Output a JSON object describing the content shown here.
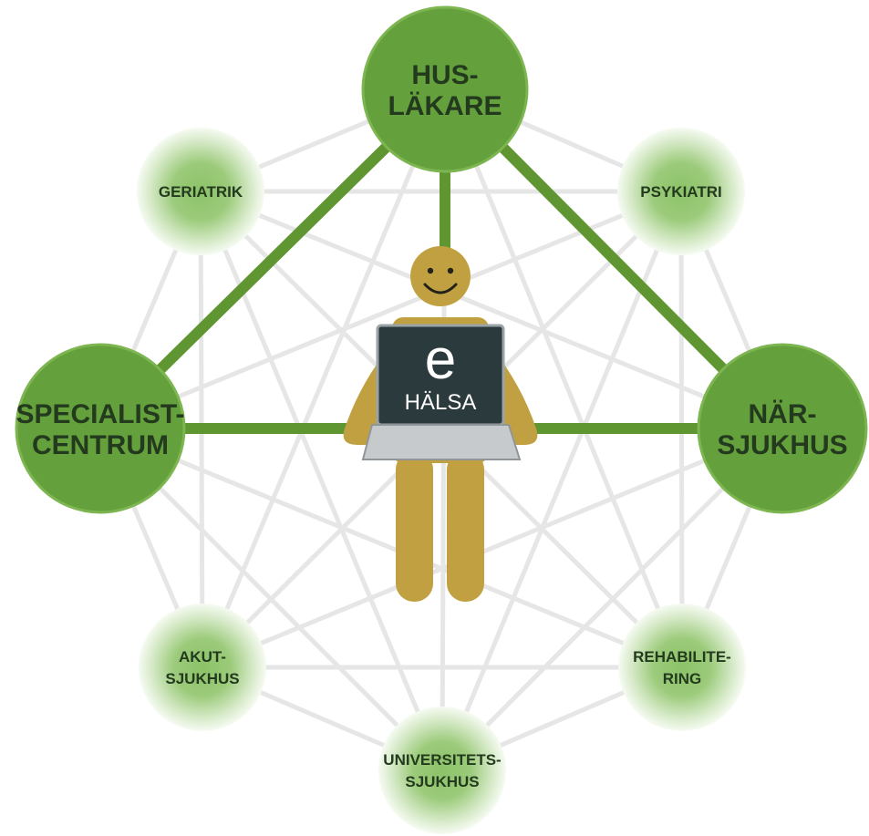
{
  "colors": {
    "major_fill": "#64a03c",
    "major_stroke": "#7db551",
    "minor_core": "#8cc268",
    "minor_edge": "#f6fbf2",
    "triangle_line": "#5f9632",
    "mesh_line": "#e6e6e6",
    "person": "#c0a041",
    "laptop_screen": "#2b3a3c",
    "laptop_base": "#c6cacd",
    "label_text": "#233a1e"
  },
  "nodes": [
    {
      "id": "huslakare",
      "type": "major",
      "lines": [
        "HUS-",
        "LÄKARE"
      ]
    },
    {
      "id": "specialistcentrum",
      "type": "major",
      "lines": [
        "SPECIALIST-",
        "CENTRUM"
      ]
    },
    {
      "id": "narsjukhus",
      "type": "major",
      "lines": [
        "NÄR-",
        "SJUKHUS"
      ]
    },
    {
      "id": "geriatrik",
      "type": "minor",
      "lines": [
        "GERIATRIK"
      ]
    },
    {
      "id": "psykiatri",
      "type": "minor",
      "lines": [
        "PSYKIATRI"
      ]
    },
    {
      "id": "akutsjukhus",
      "type": "minor",
      "lines": [
        "AKUT-",
        "SJUKHUS"
      ]
    },
    {
      "id": "rehabilitering",
      "type": "minor",
      "lines": [
        "REHABILITE-",
        "RING"
      ]
    },
    {
      "id": "universitetssjukhus",
      "type": "minor",
      "lines": [
        "UNIVERSITETS-",
        "SJUKHUS"
      ]
    }
  ],
  "center": {
    "laptop_letter": "e",
    "laptop_label": "HÄLSA"
  }
}
